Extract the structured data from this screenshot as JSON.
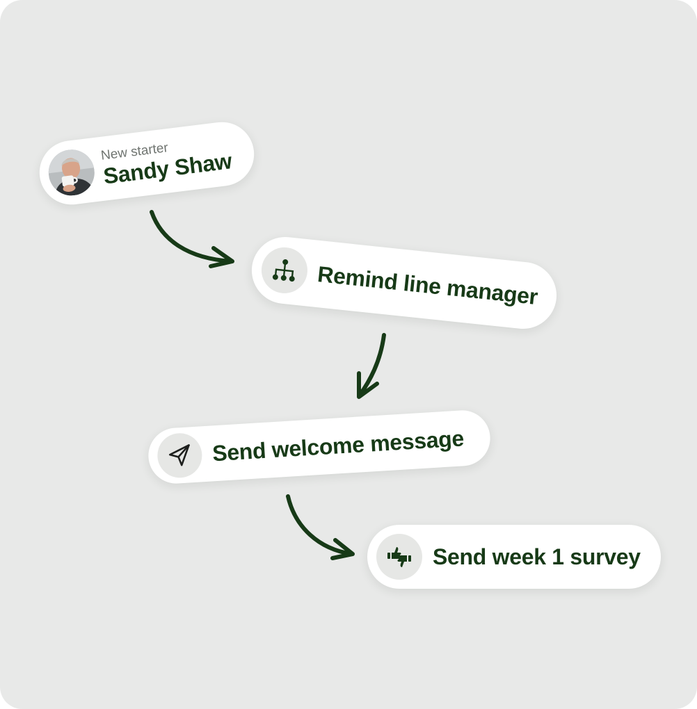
{
  "colors": {
    "background": "#e8e9e8",
    "card": "#ffffff",
    "accent_green": "#173a17",
    "muted_text": "#6f7470",
    "icon_circle": "#e6e7e5"
  },
  "starter": {
    "label": "New starter",
    "name": "Sandy Shaw",
    "avatar_icon": "person-photo"
  },
  "steps": [
    {
      "label": "Remind line manager",
      "icon": "org-chart-icon"
    },
    {
      "label": "Send welcome message",
      "icon": "paper-plane-icon"
    },
    {
      "label": "Send week 1 survey",
      "icon": "thumbs-up-down-icon"
    }
  ]
}
